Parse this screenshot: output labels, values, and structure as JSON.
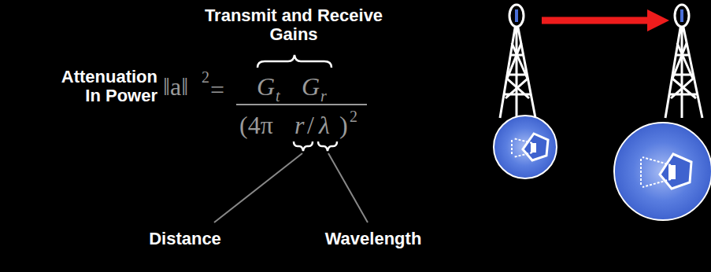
{
  "diagram": {
    "labels": [
      "Transmit and Receive Gains",
      "Attenuation In Power",
      "Distance",
      "Wavelength",
      "‖a‖",
      "2",
      "=",
      "G",
      "t",
      "G",
      "r",
      "(4π",
      "r",
      "/",
      "λ",
      ")",
      "2"
    ]
  }
}
